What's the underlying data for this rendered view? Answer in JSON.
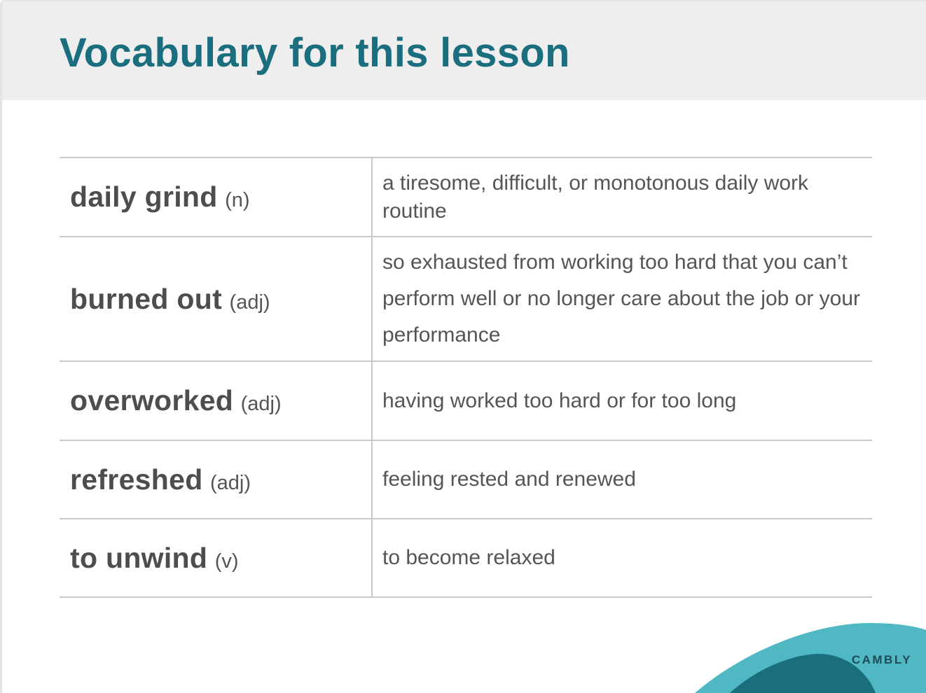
{
  "title": "Vocabulary for this lesson",
  "vocabulary": [
    {
      "term": "daily grind",
      "pos": "(n)",
      "definition": "a tiresome, difficult, or monotonous daily work routine"
    },
    {
      "term": "burned out",
      "pos": "(adj)",
      "definition": "so exhausted from working too hard that you can’t perform well or no longer care about the job or your performance"
    },
    {
      "term": "overworked",
      "pos": "(adj)",
      "definition": "having worked too hard or for too long"
    },
    {
      "term": "refreshed",
      "pos": "(adj)",
      "definition": "feeling rested and renewed"
    },
    {
      "term": "to unwind",
      "pos": "(v)",
      "definition": "to become relaxed"
    }
  ],
  "brand": "CAMBLY",
  "colors": {
    "title": "#1a6e7d",
    "header_bg": "#eeeeee",
    "wave_light": "#4fb8c3",
    "wave_dark": "#1a6e7d"
  }
}
